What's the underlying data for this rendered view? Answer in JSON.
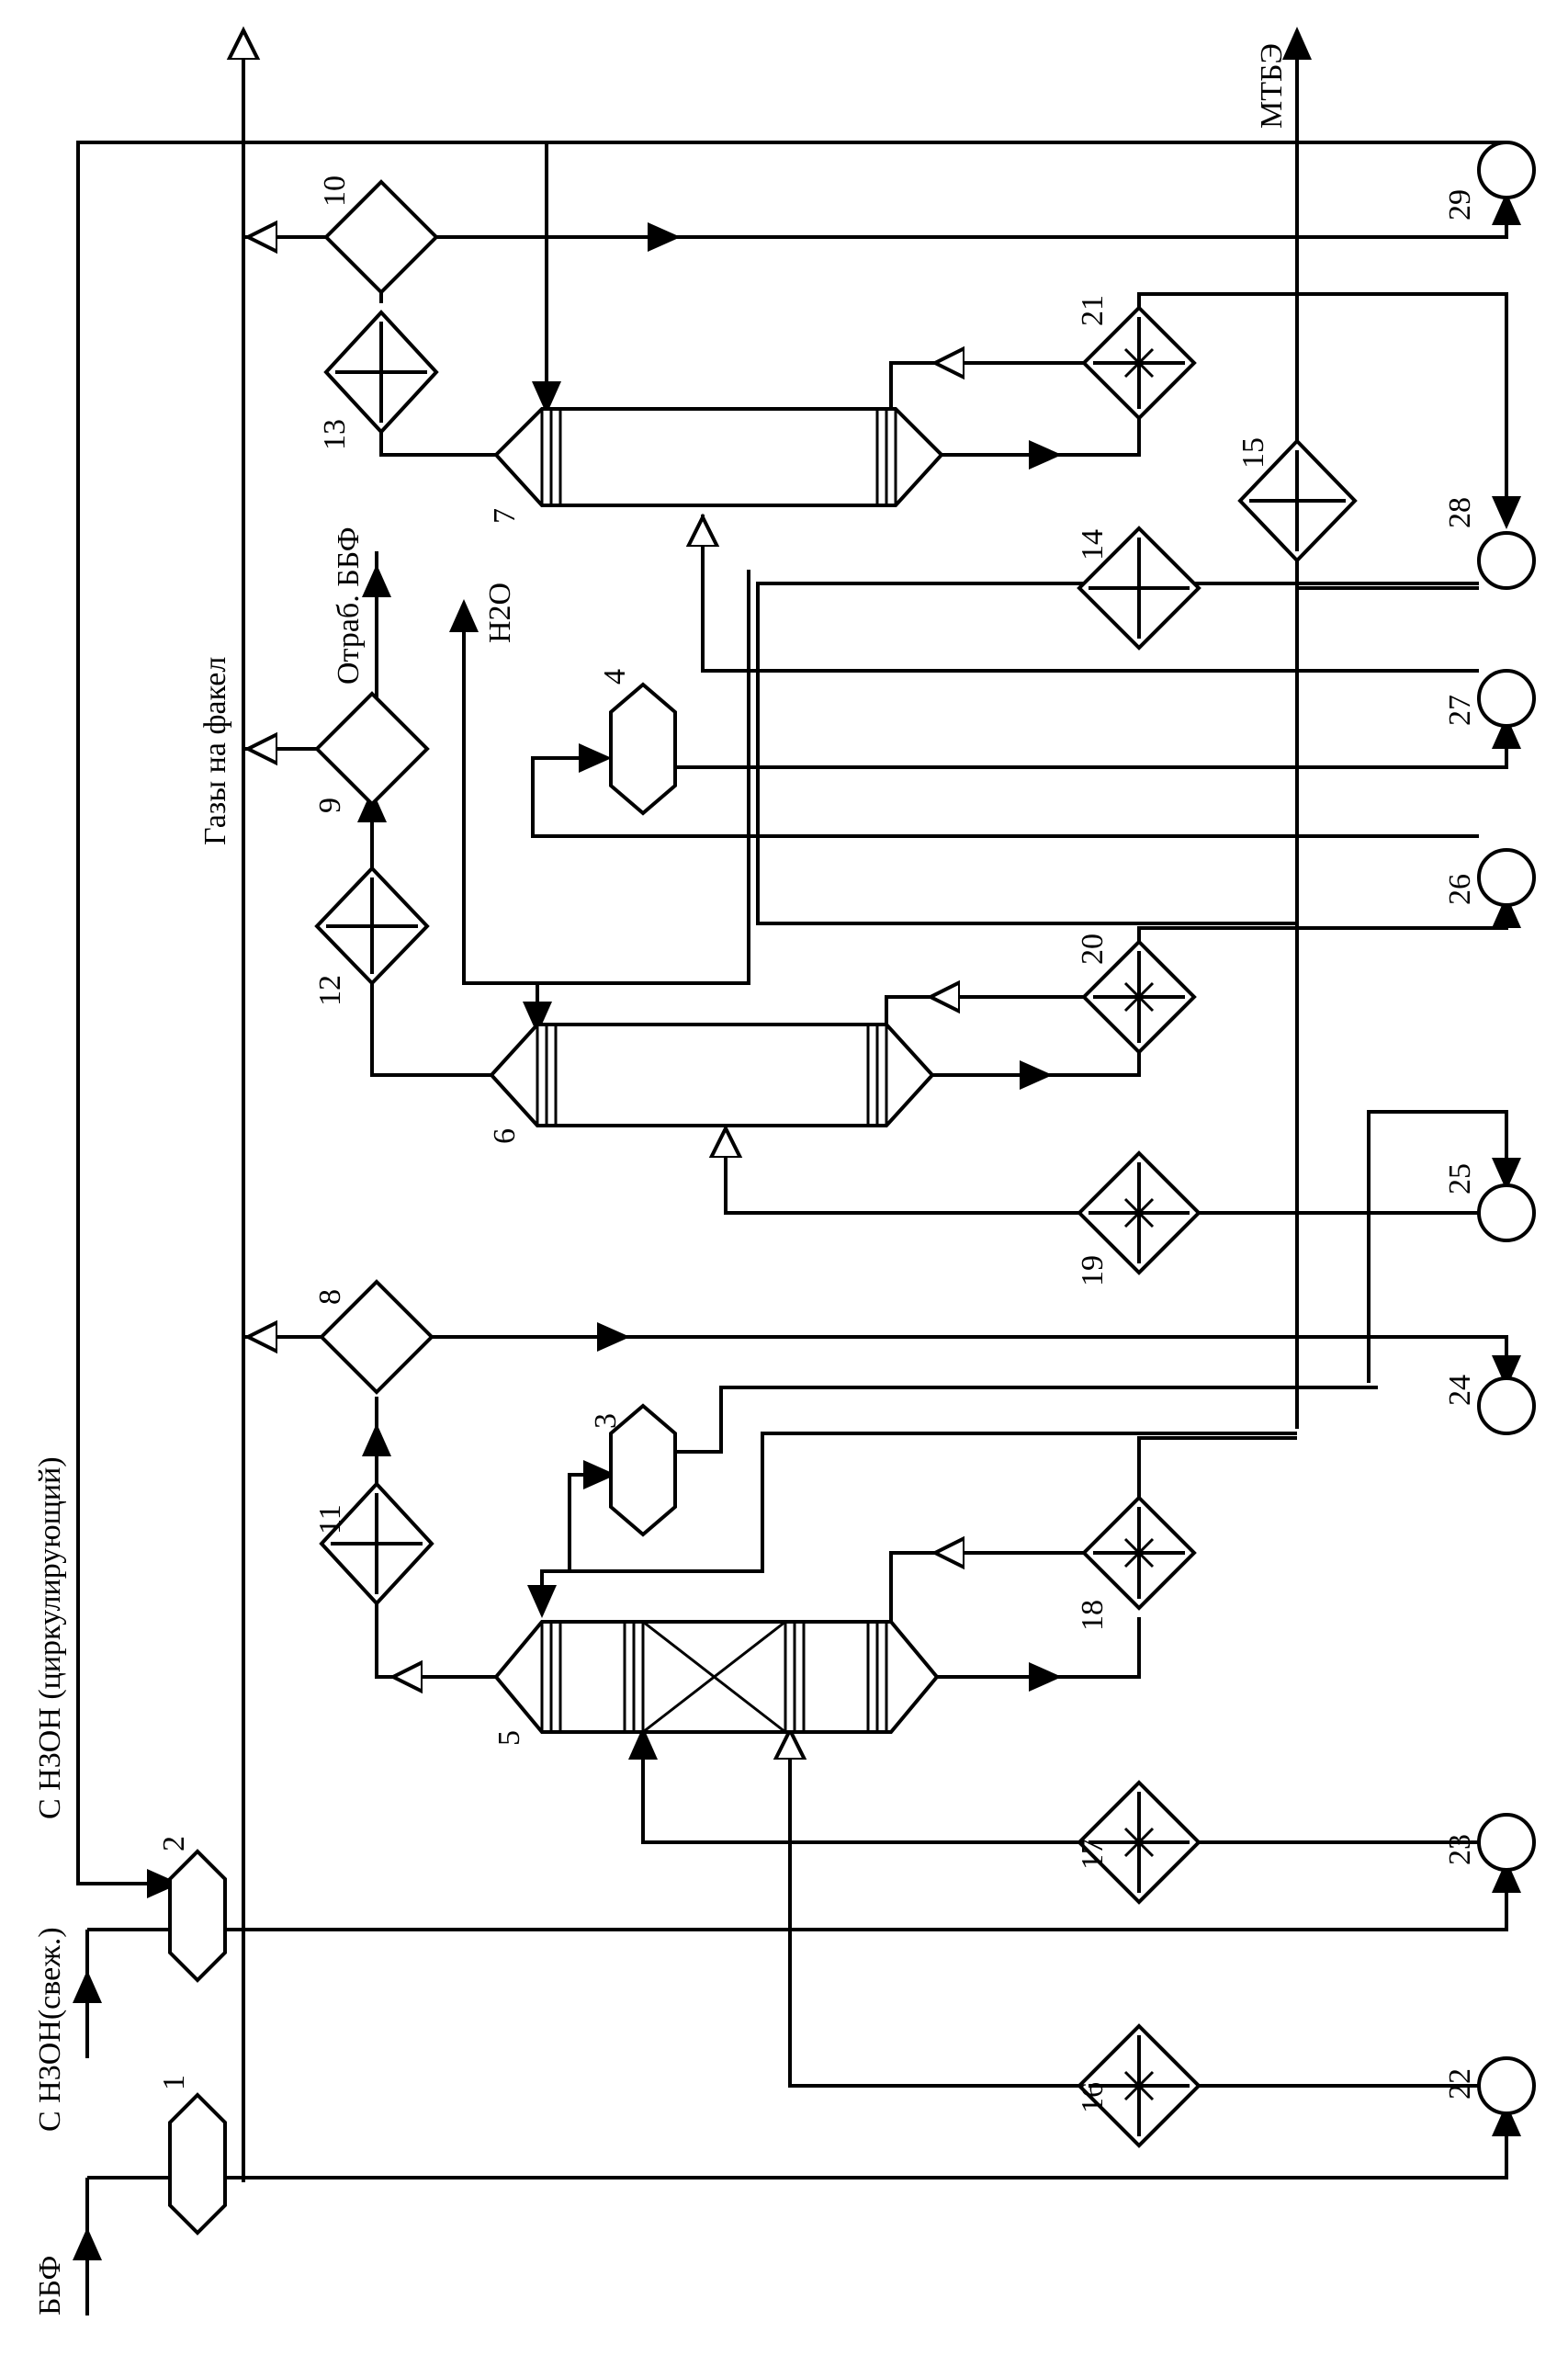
{
  "labels": {
    "bbf": "ББФ",
    "methanol_fresh": "C H3OH(свеж.)",
    "methanol_circ": "C H3OH (циркулирующий)",
    "flare_gases": "Газы на факел",
    "spent_bbf": "Отраб. ББФ",
    "water": "H2O",
    "mtbe": "МТБЭ"
  },
  "equipment_numbers": [
    "1",
    "2",
    "3",
    "4",
    "5",
    "6",
    "7",
    "8",
    "9",
    "10",
    "11",
    "12",
    "13",
    "14",
    "15",
    "16",
    "17",
    "18",
    "19",
    "20",
    "21",
    "22",
    "23",
    "24",
    "25",
    "26",
    "27",
    "28",
    "29"
  ]
}
